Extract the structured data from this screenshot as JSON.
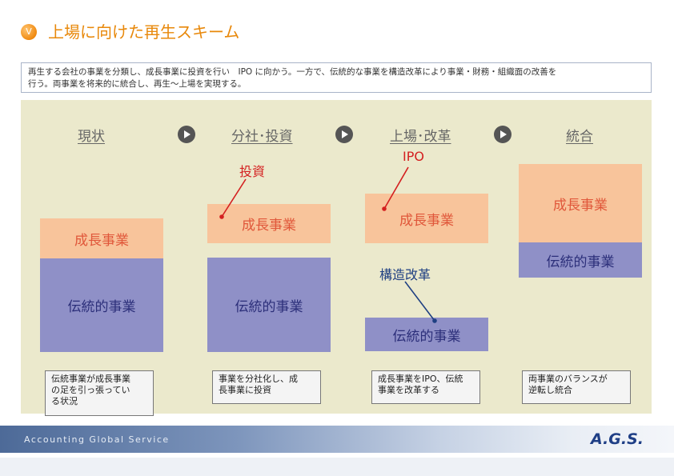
{
  "header": {
    "badge": "V",
    "title": "上場に向けた再生スキーム"
  },
  "summary": {
    "line1": "再生する会社の事業を分類し、成長事業に投資を行い　IPO に向かう。一方で、伝統的な事業を構造改革により事業・財務・組織面の改善を",
    "line2": "行う。両事業を将来的に統合し、再生～上場を実現する。"
  },
  "stages": [
    {
      "label": "現状"
    },
    {
      "label": "分社･投資"
    },
    {
      "label": "上場･改革"
    },
    {
      "label": "統合"
    }
  ],
  "blocks": {
    "growth": "成長事業",
    "traditional": "伝統的事業"
  },
  "notes": {
    "investment": "投資",
    "ipo": "IPO",
    "restructuring": "構造改革"
  },
  "captions": [
    {
      "lines": [
        "伝統事業が成長事業",
        "の足を引っ張ってい",
        "る状況"
      ]
    },
    {
      "lines": [
        "事業を分社化し、成",
        "長事業に投資"
      ]
    },
    {
      "lines": [
        "成長事業をIPO、伝統",
        "事業を改革する"
      ]
    },
    {
      "lines": [
        "両事業のバランスが",
        "逆転し統合"
      ]
    }
  ],
  "footer": {
    "company": "Accounting Global Service",
    "logo": "A.G.S."
  },
  "colors": {
    "accent_orange": "#e8880a",
    "growth_fill": "#f8c49b",
    "growth_text": "#e0573a",
    "traditional_fill": "#8f90c7",
    "traditional_text": "#2c2f7a",
    "investment_red": "#d42020",
    "restructure_blue": "#1e3f82"
  }
}
